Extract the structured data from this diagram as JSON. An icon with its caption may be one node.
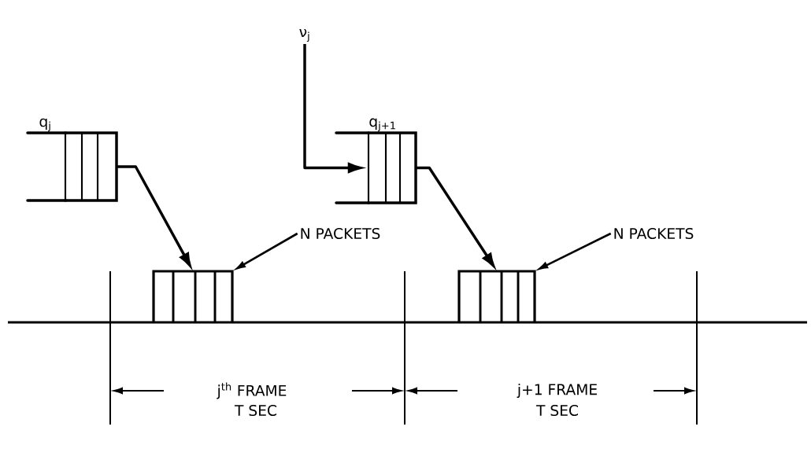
{
  "diagram": {
    "nodes": [
      {
        "text": [
          "q$_{j}$"
        ]
      },
      {
        "text": [
          "q$_{j+1}$"
        ]
      },
      {
        "text": [
          "ν$_{j}$"
        ]
      },
      {
        "text": [],
        "shape": "box"
      },
      {
        "text": [
          "N PACKETS"
        ]
      },
      {
        "text": [],
        "shape": "box"
      },
      {
        "text": [
          "N PACKETS"
        ]
      }
    ],
    "edges": [
      {
        "from": 0,
        "to": 3,
        "arrow": "to"
      },
      {
        "from": 2,
        "to": 1,
        "arrow": "to"
      },
      {
        "from": 1,
        "to": 5,
        "arrow": "to"
      },
      {
        "from": 4,
        "to": 3,
        "arrow": "to"
      },
      {
        "from": 6,
        "to": 5,
        "arrow": "to"
      }
    ],
    "labels": [
      "j$^{th}$ FRAME",
      "T SEC",
      "j+1 FRAME",
      "T SEC"
    ]
  }
}
